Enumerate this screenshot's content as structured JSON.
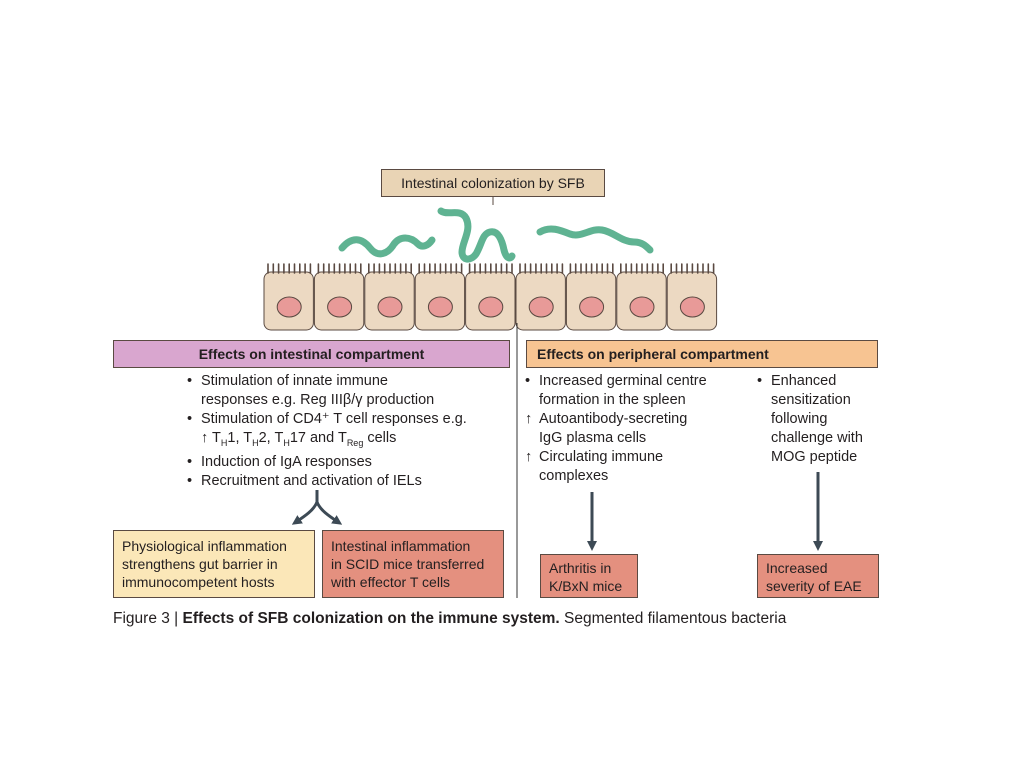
{
  "title": "Intestinal colonization by SFB",
  "intestinal": {
    "header": "Effects on intestinal compartment",
    "items": [
      "Stimulation of innate immune",
      "responses e.g. Reg IIIβ/γ production",
      "Stimulation of CD4⁺ T cell responses e.g.",
      "Induction of IgA responses",
      "Recruitment and activation of IELs"
    ],
    "th_line": {
      "arrow": "↑",
      "t1": "T",
      "s1": "H",
      "a1": "1, ",
      "t2": "T",
      "s2": "H",
      "a2": "2, ",
      "t3": "T",
      "s3": "H",
      "a3": "17 and ",
      "t4": "T",
      "s4": "Reg",
      "a4": " cells"
    }
  },
  "peripheral": {
    "header": "Effects on peripheral compartment",
    "col1": [
      "Increased germinal centre",
      "formation in the spleen",
      "Autoantibody-secreting",
      "IgG plasma cells",
      "Circulating immune",
      "complexes"
    ],
    "col2": [
      "Enhanced",
      "sensitization",
      "following",
      "challenge with",
      "MOG peptide"
    ]
  },
  "outcomes": {
    "physiological": [
      "Physiological inflammation",
      "strengthens gut barrier in",
      "immunocompetent hosts"
    ],
    "scid": [
      "Intestinal inflammation",
      "in SCID mice transferred",
      "with effector T cells"
    ],
    "arthritis": [
      "Arthritis in",
      "K/BxN mice"
    ],
    "eae": [
      "Increased",
      "severity of EAE"
    ]
  },
  "caption": {
    "prefix": "Figure 3 | ",
    "bold": "Effects of SFB colonization on the immune system.",
    "rest": " Segmented filamentous bacteria"
  },
  "colors": {
    "cell_fill": "#ecd9c2",
    "nucleus_fill": "#e89a98",
    "bacteria": "#5fb392",
    "arrow": "#3d4a55",
    "title_box": "#e9d4b5",
    "intestinal_header": "#d9a6cf",
    "peripheral_header": "#f7c492",
    "outcome_pale": "#fbe7b8",
    "outcome_red": "#e4907f"
  }
}
